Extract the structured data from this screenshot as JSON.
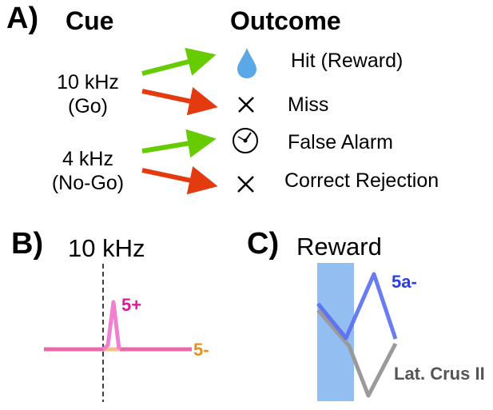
{
  "panels": {
    "a": {
      "letter": "A)",
      "cue_header": "Cue",
      "outcome_header": "Outcome",
      "cues": [
        {
          "freq": "10 kHz",
          "type": "(Go)"
        },
        {
          "freq": "4 kHz",
          "type": "(No-Go)"
        }
      ],
      "outcomes": [
        "Hit (Reward)",
        "Miss",
        "False Alarm",
        "Correct Rejection"
      ],
      "icons": [
        "water-drop-icon",
        "x-mark-icon",
        "clock-icon",
        "x-mark-icon"
      ],
      "colors": {
        "go_arrow": "#66cc00",
        "nogo_arrow": "#e33a10",
        "drop": "#5aa8e6"
      }
    },
    "b": {
      "letter": "B)",
      "title": "10 kHz",
      "labels": {
        "plus": "5+",
        "minus": "5-"
      },
      "colors": {
        "plus": "#e0189a",
        "minus": "#e8901c",
        "trace_plus": "#f080d0",
        "trace_minus": "#e86aa8"
      }
    },
    "c": {
      "letter": "C)",
      "title": "Reward",
      "labels": {
        "five_a": "5a-",
        "crus": "Lat. Crus II"
      },
      "colors": {
        "five_a": "#2a40e0",
        "crus": "#555555",
        "band": "#7fb3ee"
      }
    }
  }
}
